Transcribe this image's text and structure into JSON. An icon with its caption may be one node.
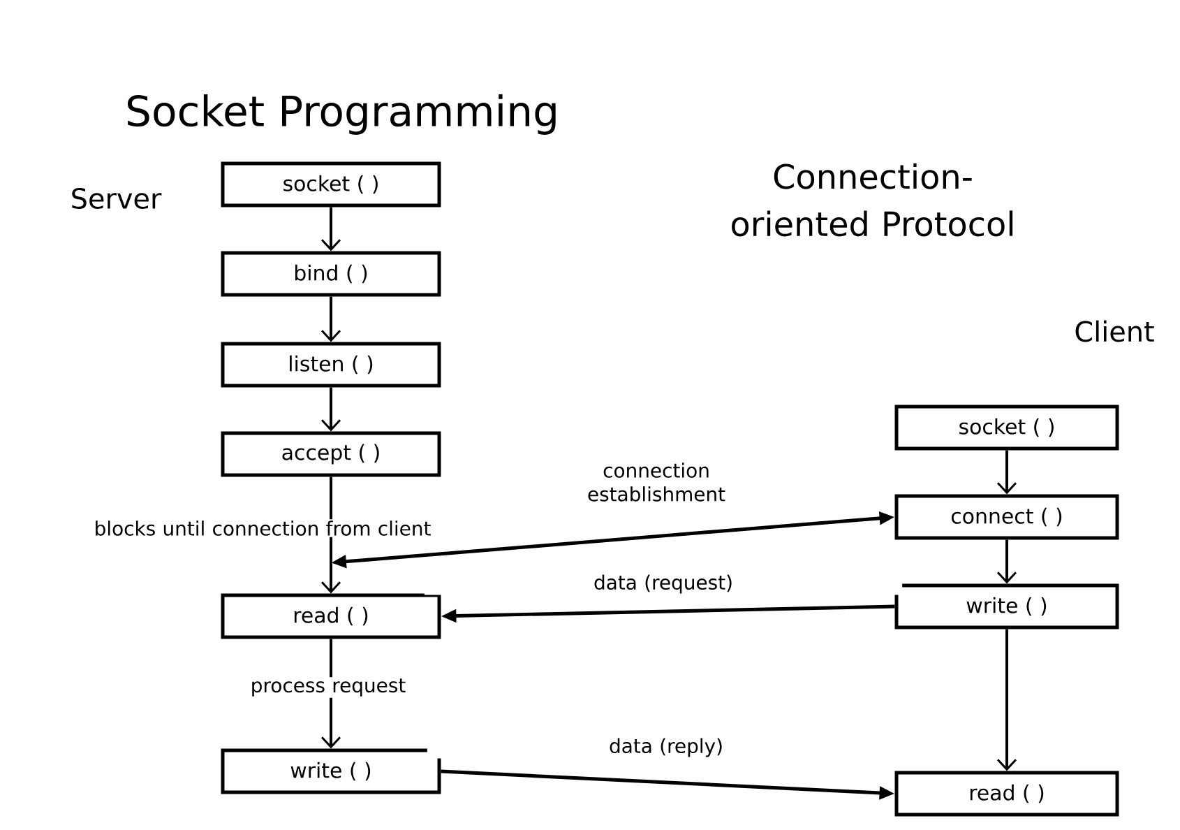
{
  "diagram": {
    "title": "Socket Programming",
    "nodes": [
      {
        "text": [
          "socket ( )"
        ]
      },
      {
        "text": [
          "bind ( )"
        ]
      },
      {
        "text": [
          "listen ( )"
        ]
      },
      {
        "text": [
          "accept ( )"
        ]
      },
      {
        "text": [
          "read ( )"
        ]
      },
      {
        "text": [
          "write ( )"
        ]
      },
      {
        "text": [
          "socket ( )"
        ]
      },
      {
        "text": [
          "connect ( )"
        ]
      },
      {
        "text": [
          "write ( )"
        ]
      },
      {
        "text": [
          "read ( )"
        ]
      }
    ],
    "edges": [
      {
        "from": 0,
        "to": 1,
        "arrow": "to"
      },
      {
        "from": 1,
        "to": 2,
        "arrow": "to"
      },
      {
        "from": 2,
        "to": 3,
        "arrow": "to"
      },
      {
        "from": 3,
        "to": 4,
        "arrow": "to",
        "label": "blocks until connection from client"
      },
      {
        "from": 4,
        "to": 5,
        "arrow": "to",
        "label": "process request"
      },
      {
        "from": 6,
        "to": 7,
        "arrow": "to"
      },
      {
        "from": 7,
        "to": 8,
        "arrow": "to"
      },
      {
        "from": 8,
        "to": 9,
        "arrow": "to"
      },
      {
        "from": 4,
        "to": 7,
        "arrow": "both",
        "label": "connection establishment"
      },
      {
        "from": 8,
        "to": 4,
        "arrow": "to",
        "label": "data (request)"
      },
      {
        "from": 5,
        "to": 9,
        "arrow": "to",
        "label": "data (reply)"
      }
    ],
    "labels": [
      "Server",
      "Connection-oriented Protocol",
      "Client"
    ]
  }
}
